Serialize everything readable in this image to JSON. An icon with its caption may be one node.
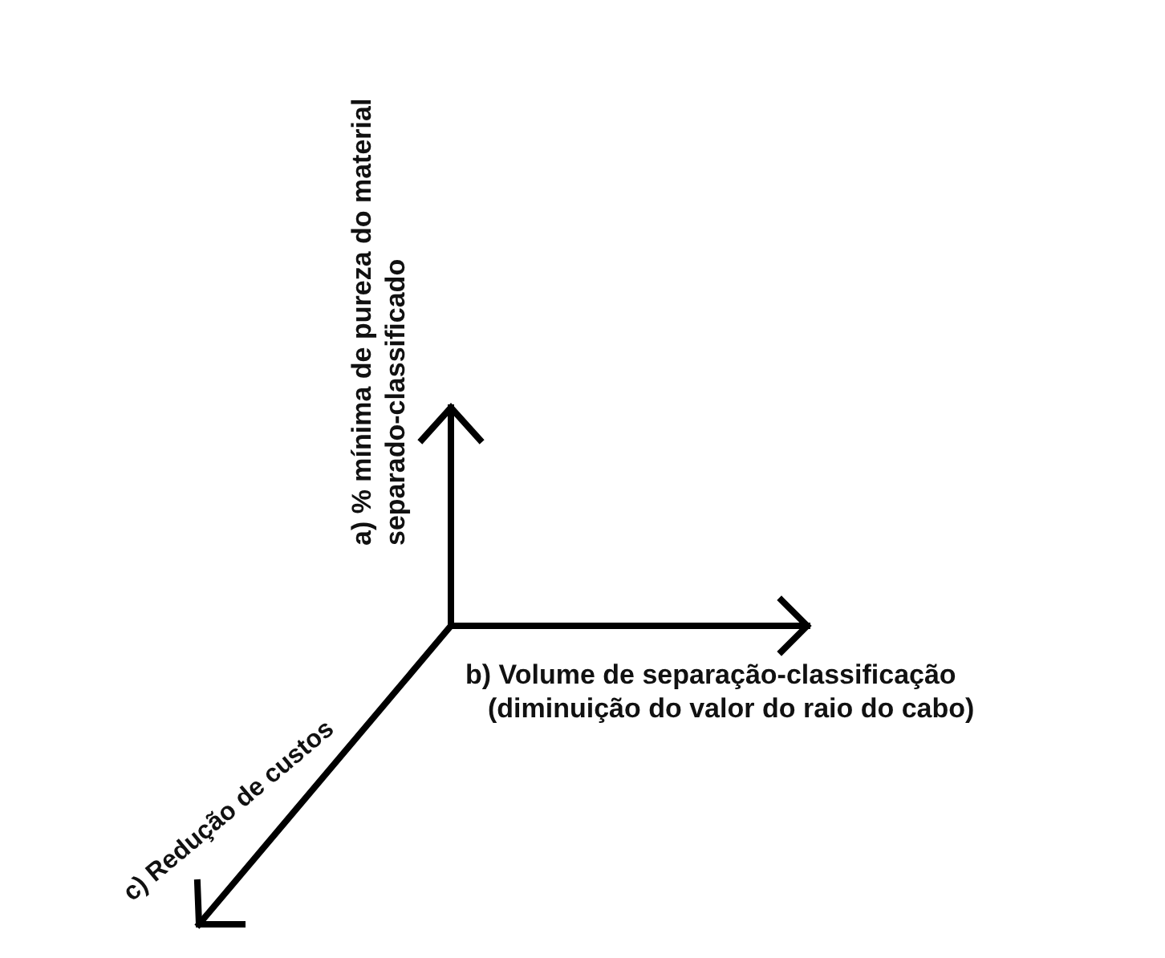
{
  "diagram": {
    "labels": [
      "a) % mínima de pureza do material separado-classificado",
      "b) Volume de separação-classificação (diminuição do valor do raio do cabo)",
      "c) Redução de custos"
    ]
  }
}
